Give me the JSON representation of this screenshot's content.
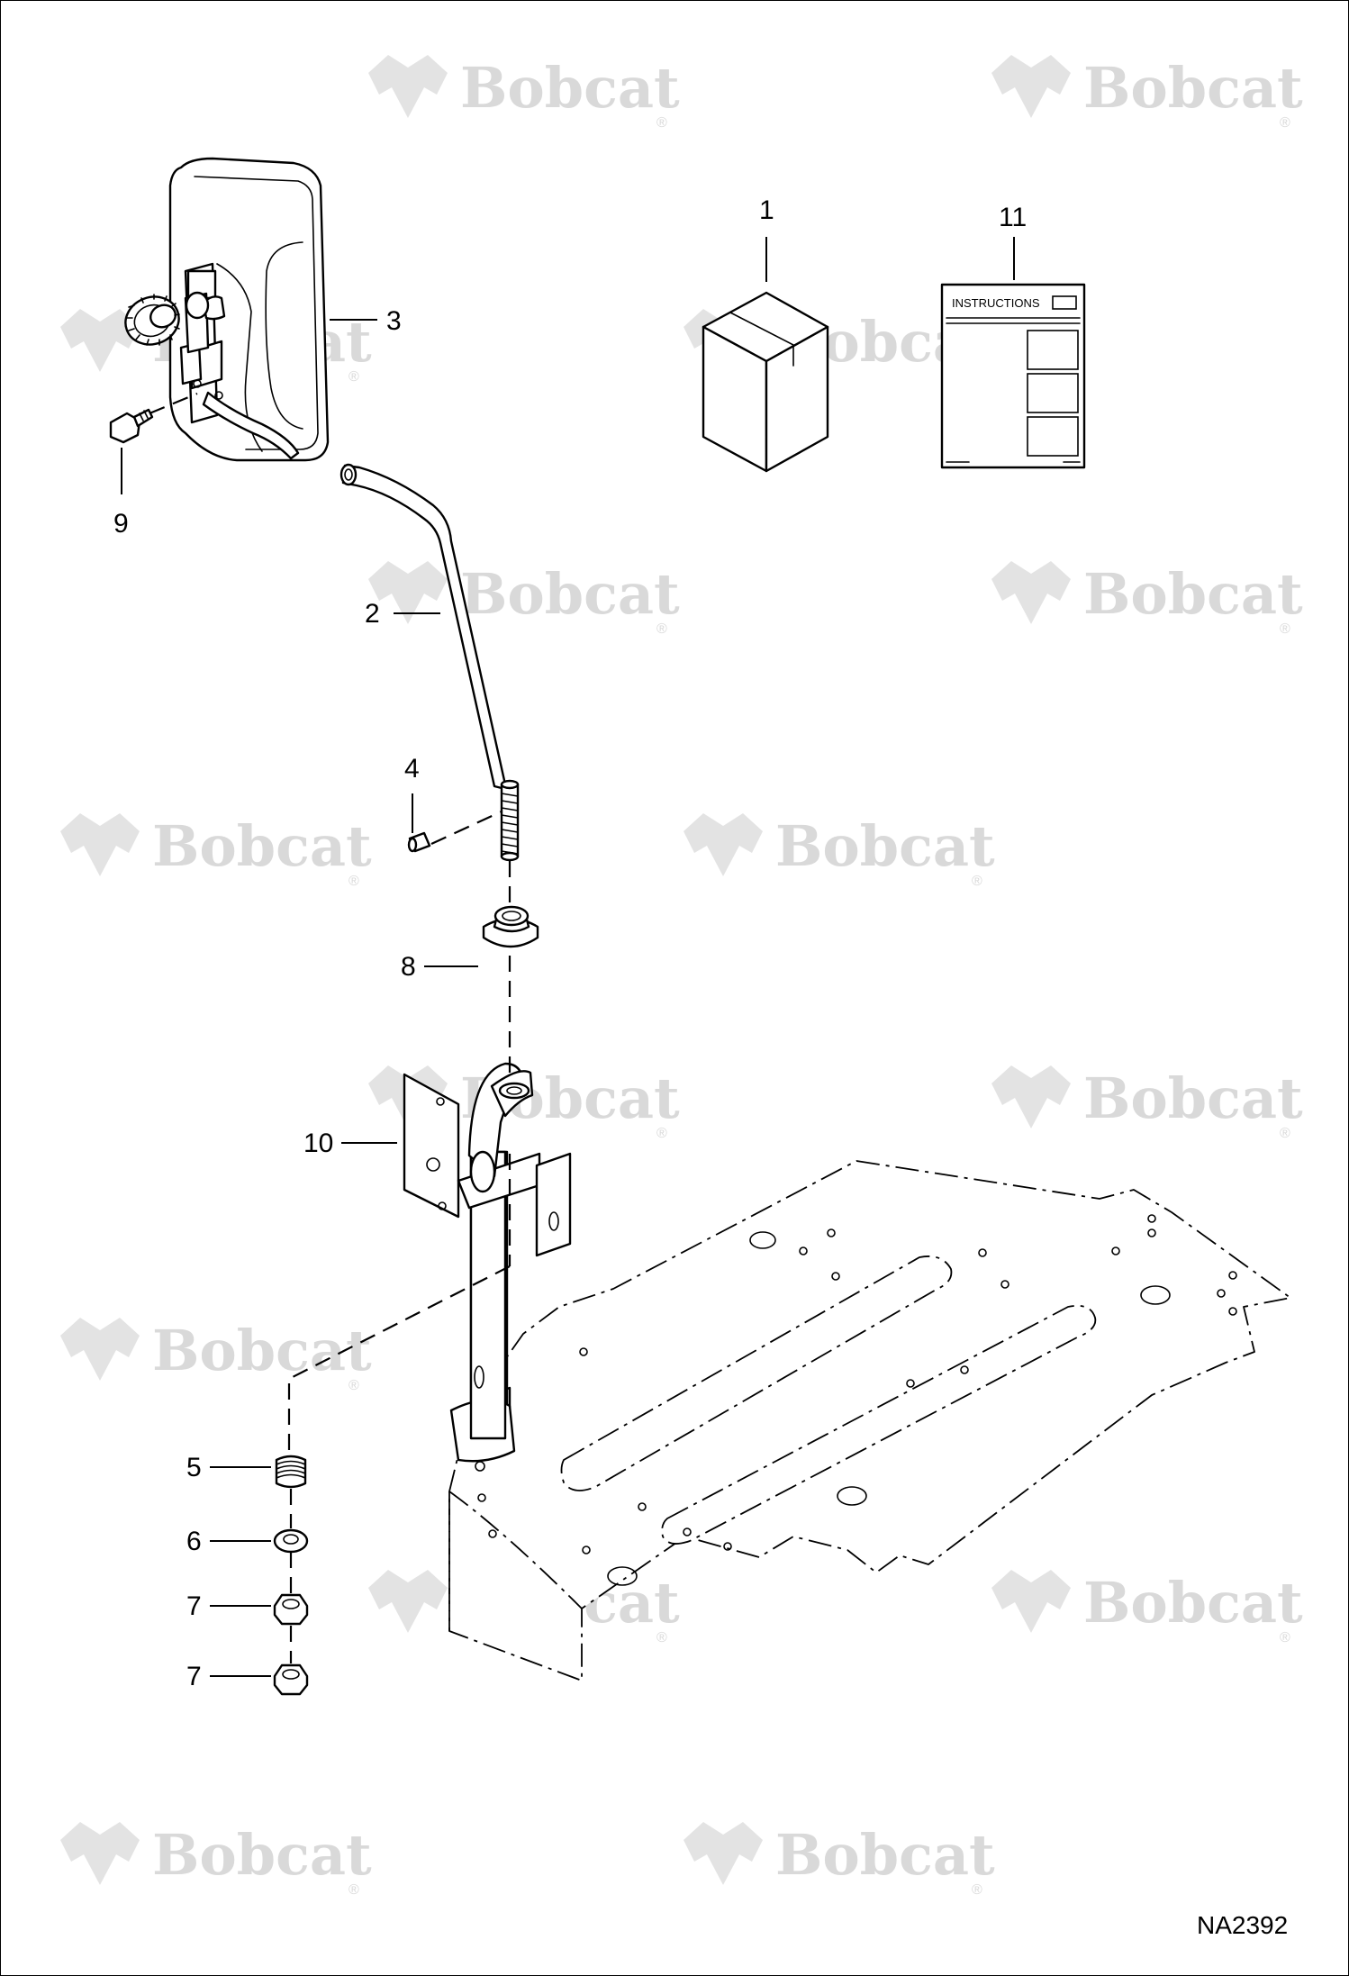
{
  "watermark": {
    "brand": "Bobcat",
    "reg_mark": "®"
  },
  "figure_id": "NA2392",
  "instruction_sheet": {
    "header": "INSTRUCTIONS"
  },
  "callouts": {
    "c1": "1",
    "c11": "11",
    "c3": "3",
    "c9": "9",
    "c2": "2",
    "c4": "4",
    "c8": "8",
    "c10": "10",
    "c5": "5",
    "c6": "6",
    "c7a": "7",
    "c7b": "7"
  }
}
